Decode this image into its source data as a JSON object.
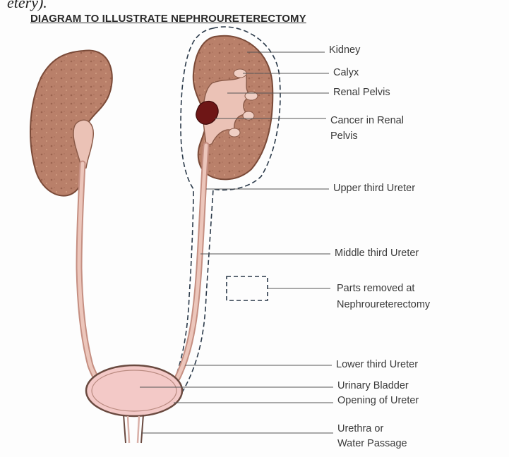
{
  "header": {
    "fragment": "etery).",
    "title": "DIAGRAM TO ILLUSTRATE NEPHROURETERECTOMY"
  },
  "labels": {
    "kidney": "Kidney",
    "calyx": "Calyx",
    "renal_pelvis": "Renal Pelvis",
    "cancer_line1": "Cancer in Renal",
    "cancer_line2": "Pelvis",
    "upper_ureter": "Upper third Ureter",
    "middle_ureter": "Middle third Ureter",
    "parts_removed_line1": "Parts removed at",
    "parts_removed_line2": "Nephroureterectomy",
    "lower_ureter": "Lower third Ureter",
    "bladder": "Urinary Bladder",
    "opening_ureter": "Opening of Ureter",
    "urethra_line1": "Urethra or",
    "urethra_line2": "Water Passage"
  },
  "colors": {
    "kidney_fill": "#b9806a",
    "kidney_outline": "#7a4a38",
    "cortex_spots": "#d8a98f",
    "pelvis_fill": "#ebc2b6",
    "ureter_fill": "#e7bdb1",
    "bladder_fill": "#f3c9c7",
    "cancer_fill": "#6e1616",
    "dashed_line": "#2b3a4a",
    "leader_line": "#555555"
  }
}
